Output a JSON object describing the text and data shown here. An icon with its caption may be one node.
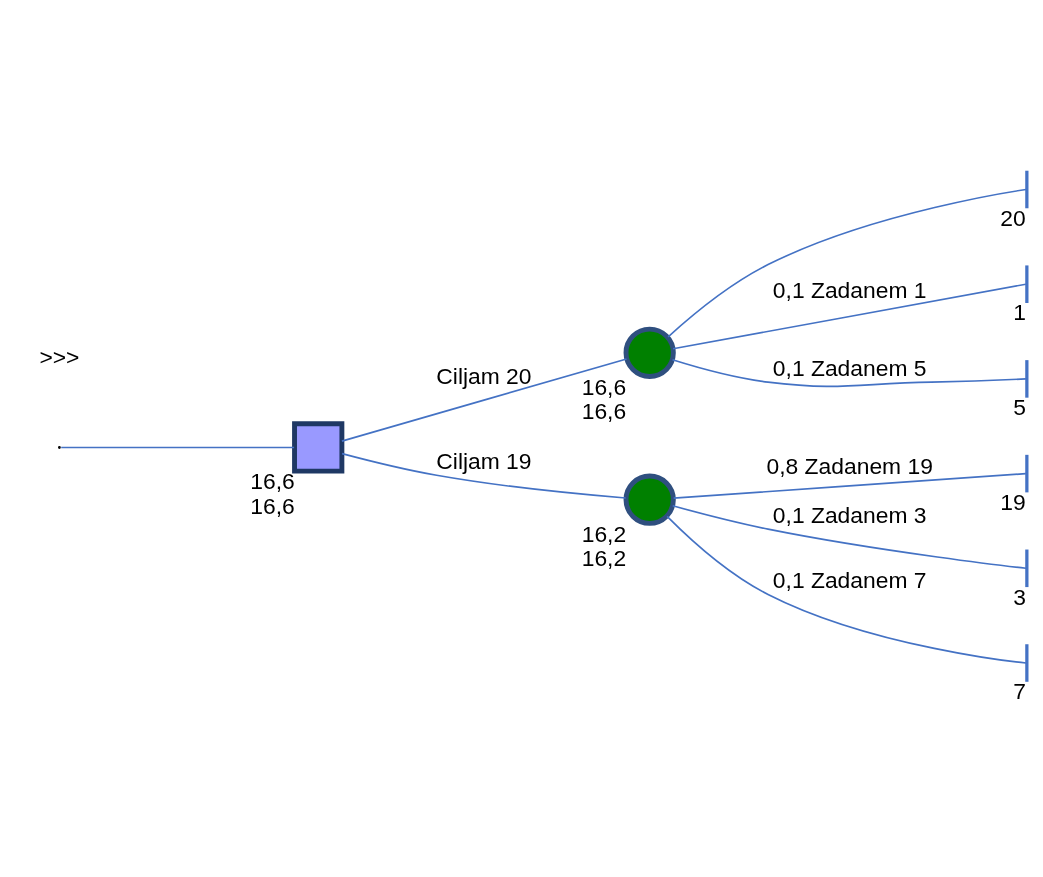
{
  "diagram": {
    "nodes": [
      {
        "text": [],
        "shape": "box",
        "beside": [
          "16,6",
          "16,6"
        ]
      },
      {
        "text": [],
        "shape": "circle",
        "beside": [
          "16,6",
          "16,6"
        ]
      },
      {
        "text": [],
        "shape": "circle",
        "beside": [
          "16,2",
          "16,2"
        ]
      },
      {
        "text": [],
        "shape": "bar",
        "beside": [
          "20"
        ]
      },
      {
        "text": [],
        "shape": "bar",
        "beside": [
          "1"
        ]
      },
      {
        "text": [],
        "shape": "bar",
        "beside": [
          "5"
        ]
      },
      {
        "text": [],
        "shape": "bar",
        "beside": [
          "19"
        ]
      },
      {
        "text": [],
        "shape": "bar",
        "beside": [
          "3"
        ]
      },
      {
        "text": [],
        "shape": "bar",
        "beside": [
          "7"
        ]
      }
    ],
    "edges": [
      {
        "from": null,
        "to": 0,
        "arrow": "none"
      },
      {
        "from": 0,
        "to": 1,
        "arrow": "none",
        "label": "Ciljam 20"
      },
      {
        "from": 0,
        "to": 2,
        "arrow": "none",
        "label": "Ciljam 19"
      },
      {
        "from": 1,
        "to": 3,
        "arrow": "none"
      },
      {
        "from": 1,
        "to": 4,
        "arrow": "none",
        "label": "0,1 Zadanem 1"
      },
      {
        "from": 1,
        "to": 5,
        "arrow": "none",
        "label": "0,1 Zadanem 5"
      },
      {
        "from": 2,
        "to": 6,
        "arrow": "none",
        "label": "0,8 Zadanem 19"
      },
      {
        "from": 2,
        "to": 7,
        "arrow": "none",
        "label": "0,1 Zadanem 3"
      },
      {
        "from": 2,
        "to": 8,
        "arrow": "none",
        "label": "0,1 Zadanem 7"
      }
    ],
    "labels": [
      ">>>"
    ]
  }
}
